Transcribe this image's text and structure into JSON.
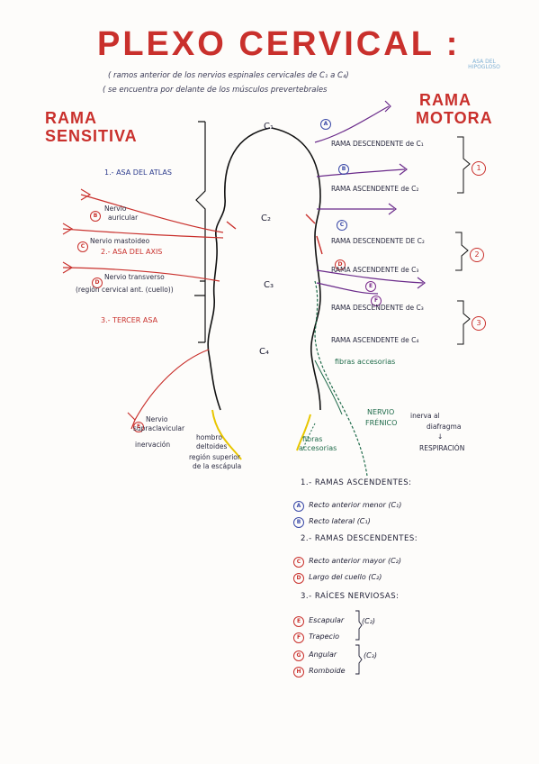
{
  "title": "PLEXO CERVICAL :",
  "subtitle_line1": "( ramos anterior de los nervios espinales cervicales de  C₁ a  C₄)",
  "subtitle_line2": "( se encuentra por delante de los músculos prevertebrales",
  "watermark": "ASA DEL HIPOGLOSO",
  "left_heading": [
    "RAMA",
    "SENSITIVA"
  ],
  "right_heading": [
    "RAMA",
    "MOTORA"
  ],
  "roots": [
    "C₁",
    "C₂",
    "C₃",
    "C₄"
  ],
  "sensory": {
    "asa_atlas": "1.- ASA DEL ATLAS",
    "nervio_auricular_letter": "B",
    "nervio_auricular": [
      "Nervio",
      "auricular"
    ],
    "nervio_mastoideo_letter": "C",
    "nervio_mastoideo": "Nervio mastoideo",
    "asa_axis": "2.- ASA DEL AXIS",
    "nervio_transverso_letter": "D",
    "nervio_transverso": "Nervio transverso",
    "region_cervical": "(región cervical ant. (cuello))",
    "tercer_asa": "3.- TERCER ASA",
    "supraclavicular_letter": "E",
    "supraclavicular": [
      "Nervio",
      "supraclavicular"
    ],
    "inervacion": "inervación",
    "inervacion_detail": [
      "hombro",
      "deltoides",
      "región superior",
      "de la escápula"
    ]
  },
  "motor": {
    "branch_letters": [
      "A",
      "B",
      "C",
      "D",
      "E",
      "F"
    ],
    "desc_c1": "RAMA DESCENDENTE de C₁",
    "asc_c2": "RAMA ASCENDENTE de C₂",
    "desc_c2": "RAMA DESCENDENTE DE C₂",
    "asc_c3": "RAMA ASCENDENTE de C₃",
    "desc_c3": "RAMA DESCENDENTE de C₃",
    "asc_c4": "RAMA ASCENDENTE de C₄",
    "group_numbers": [
      "1",
      "2",
      "3"
    ],
    "fibras_accesorias": "fibras accesorias",
    "frenico": [
      "NERVIO",
      "FRÉNICO"
    ],
    "frenico_target": [
      "inerva al",
      "diafragma"
    ],
    "frenico_arrow": "↓",
    "frenico_result": "RESPIRACIÓN",
    "fibras_accesorias_2": [
      "fibras",
      "accesorias"
    ]
  },
  "lists": {
    "asc_title": "1.- RAMAS ASCENDENTES:",
    "asc_items": [
      {
        "letter": "A",
        "text": "Recto anterior menor  (C₁)"
      },
      {
        "letter": "B",
        "text": "Recto lateral  (C₁)"
      }
    ],
    "desc_title": "2.- RAMAS DESCENDENTES:",
    "desc_items": [
      {
        "letter": "C",
        "text": "Recto anterior mayor  (C₂)"
      },
      {
        "letter": "D",
        "text": "Largo del cuello  (C₂)"
      }
    ],
    "raices_title": "3.- RAÍCES NERVIOSAS:",
    "raices_items": [
      {
        "letter": "E",
        "text": "Escapular"
      },
      {
        "letter": "F",
        "text": "Trapecio"
      },
      {
        "letter": "G",
        "text": "Angular"
      },
      {
        "letter": "H",
        "text": "Romboide"
      }
    ],
    "raices_group_a": "(C₂)",
    "raices_group_b": "(C₃)"
  }
}
